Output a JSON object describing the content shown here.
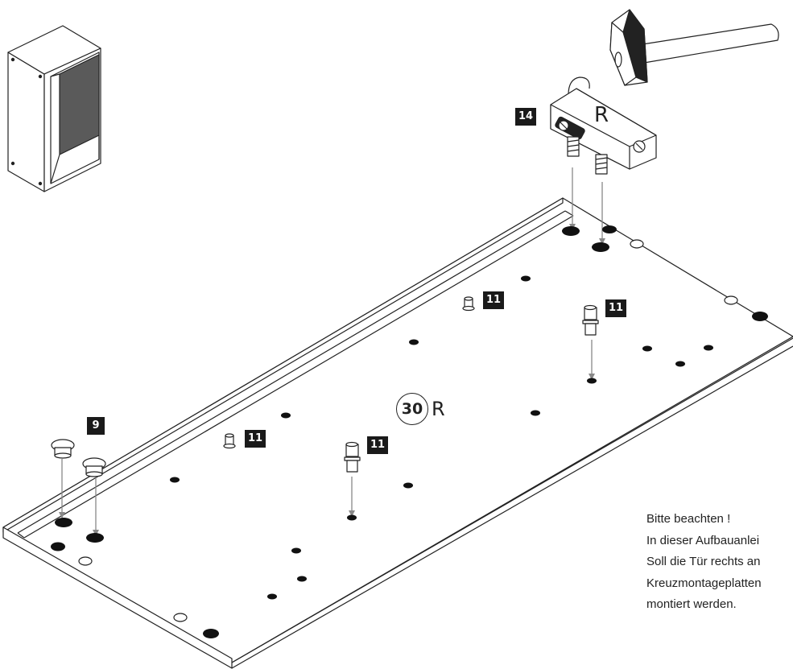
{
  "panel": {
    "number": "30",
    "side": "R"
  },
  "clamp": {
    "part": "14",
    "side": "R"
  },
  "parts": {
    "pin_a": "11",
    "pin_b": "11",
    "pin_c": "11",
    "pin_d": "11",
    "cap": "9"
  },
  "note": {
    "lines": [
      "Bitte beachten !",
      "In dieser Aufbauanlei",
      "Soll die Tür rechts an",
      "Kreuzmontageplatten",
      "montiert werden."
    ]
  },
  "colors": {
    "line": "#222222",
    "hole": "#111111",
    "tag_bg": "#1a1a1a",
    "cabinet_inside": "#5a5a5a"
  }
}
